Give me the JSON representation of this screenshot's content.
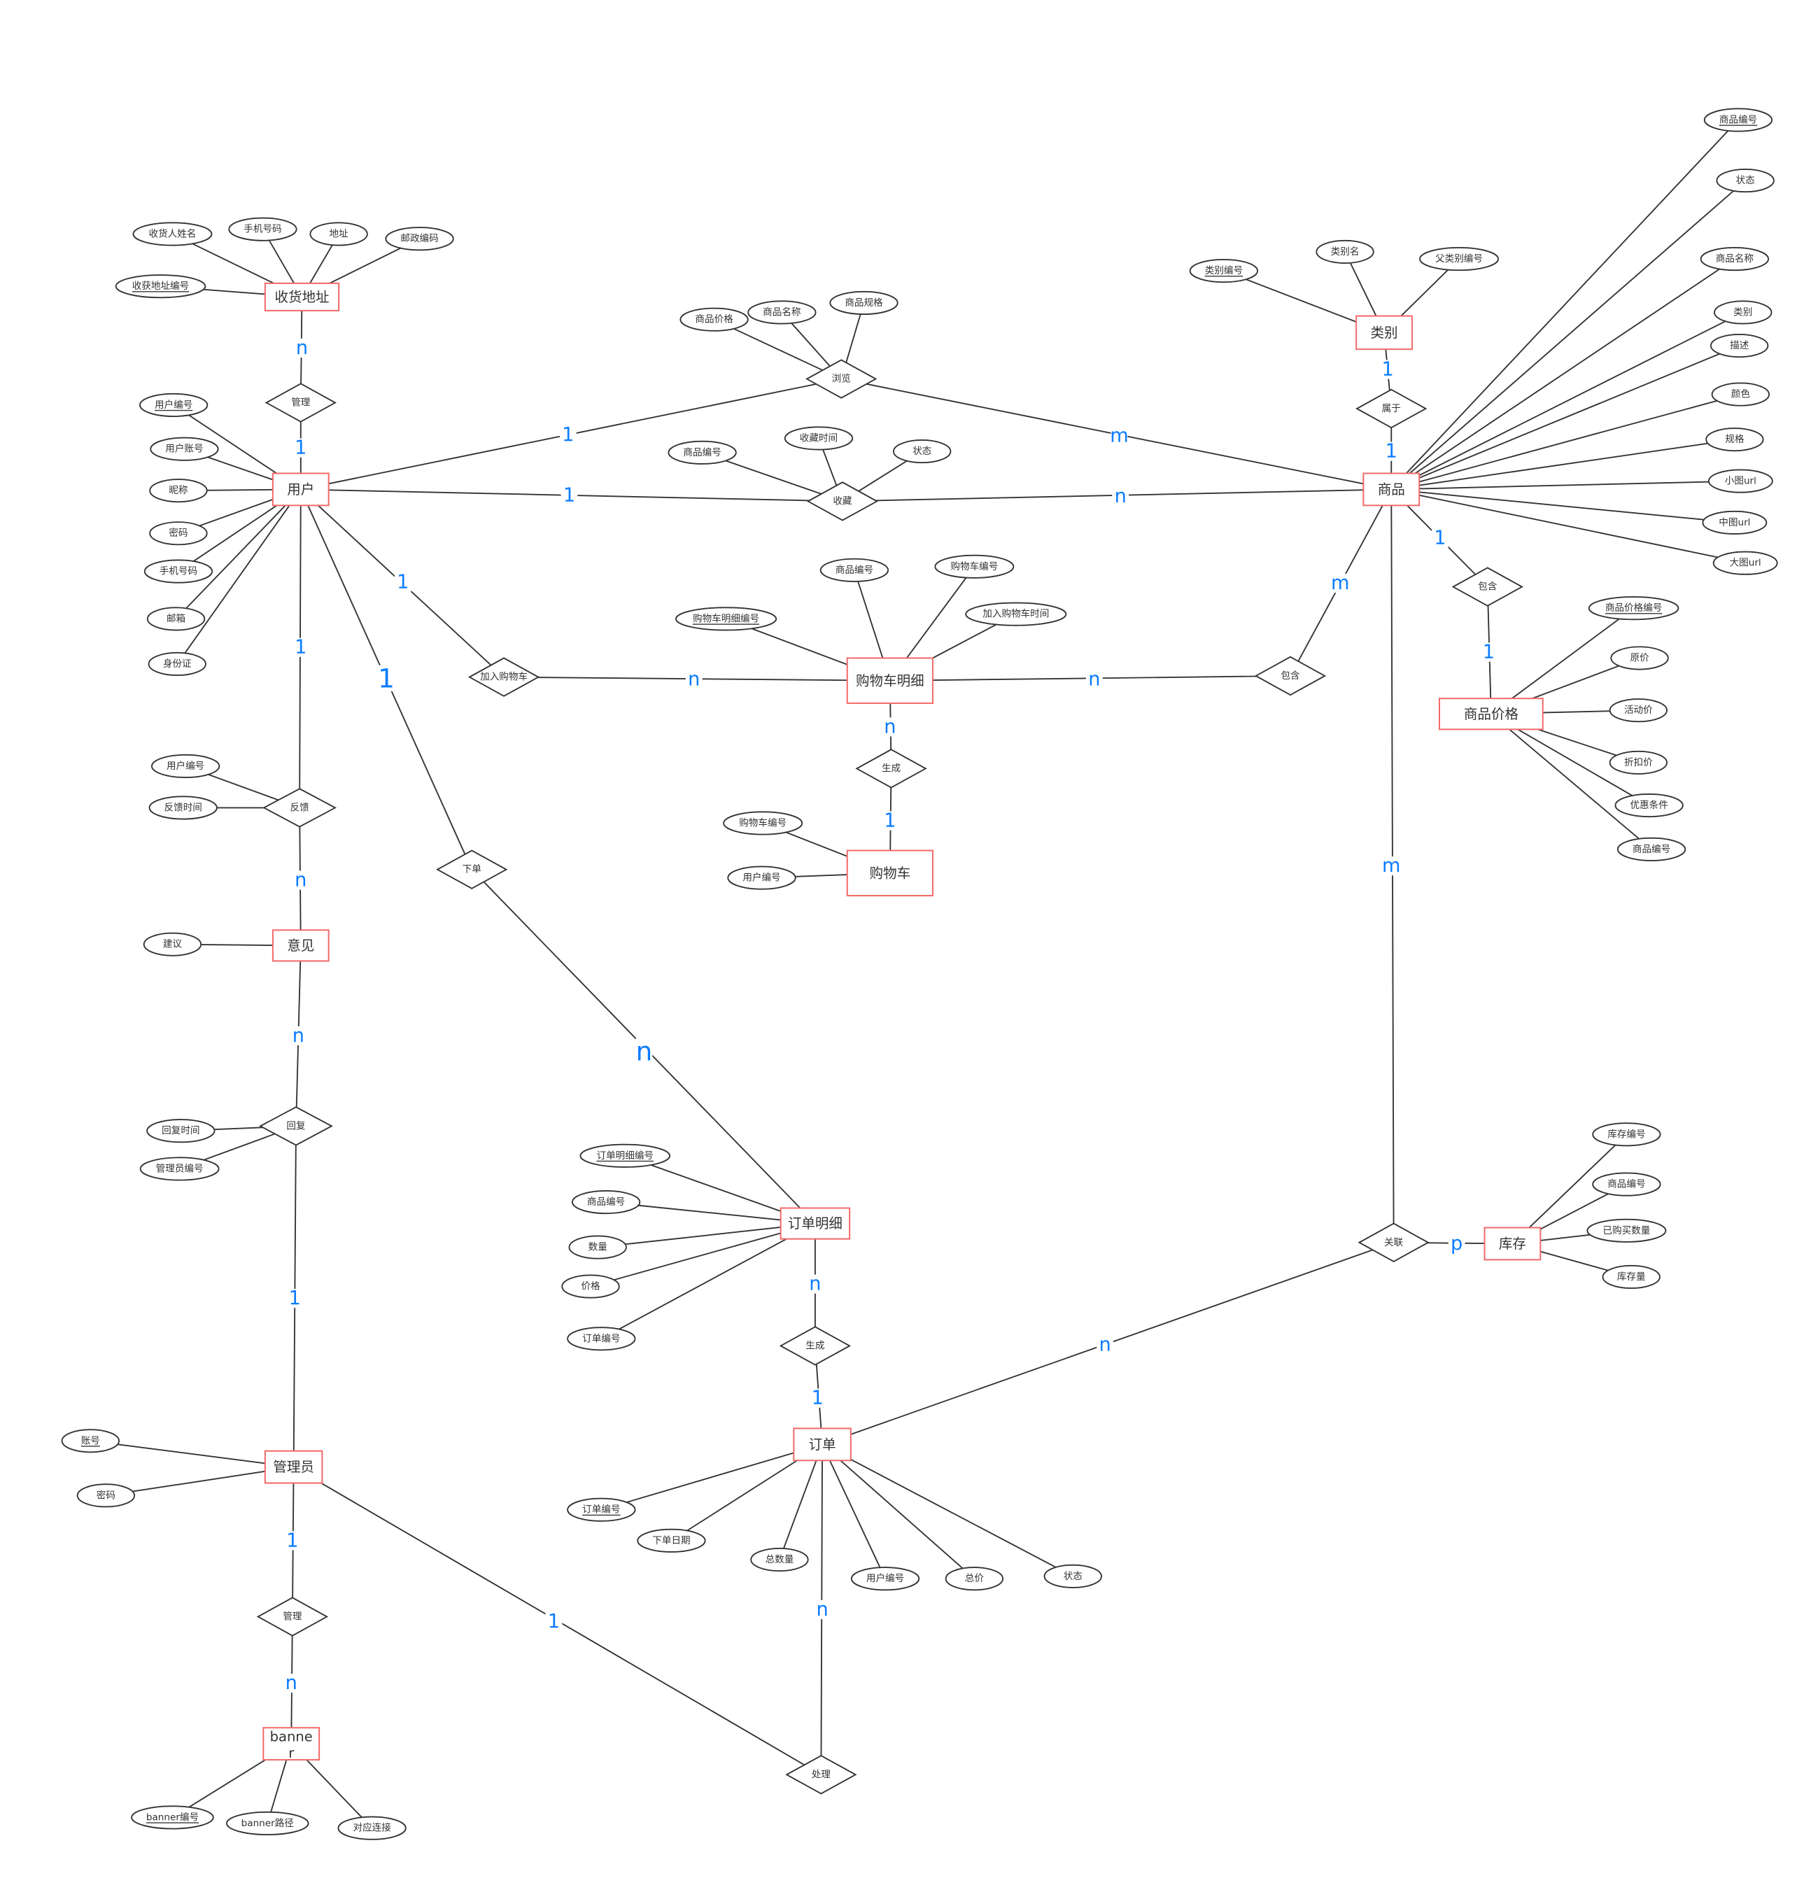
{
  "colors": {
    "entity_border": "#f36b6b",
    "cardinality": "#0a7cff",
    "line": "#333333"
  },
  "entities": [
    {
      "id": "addr",
      "label": "收货地址"
    },
    {
      "id": "user",
      "label": "用户"
    },
    {
      "id": "category",
      "label": "类别"
    },
    {
      "id": "product",
      "label": "商品"
    },
    {
      "id": "cartdetail",
      "label": "购物车明细"
    },
    {
      "id": "cart",
      "label": "购物车"
    },
    {
      "id": "price",
      "label": "商品价格"
    },
    {
      "id": "opinion",
      "label": "意见"
    },
    {
      "id": "orderdetail",
      "label": "订单明细"
    },
    {
      "id": "order",
      "label": "订单"
    },
    {
      "id": "stock",
      "label": "库存"
    },
    {
      "id": "admin",
      "label": "管理员"
    },
    {
      "id": "banner",
      "label": "banner"
    }
  ],
  "relationships": [
    {
      "id": "rAddr",
      "label": "管理"
    },
    {
      "id": "rBrowse",
      "label": "浏览"
    },
    {
      "id": "rFav",
      "label": "收藏"
    },
    {
      "id": "rAddCart",
      "label": "加入购物车"
    },
    {
      "id": "rGenCart",
      "label": "生成"
    },
    {
      "id": "rContainCart",
      "label": "包含"
    },
    {
      "id": "rContainPrice",
      "label": "包含"
    },
    {
      "id": "rBelong",
      "label": "属于"
    },
    {
      "id": "rFeedback",
      "label": "反馈"
    },
    {
      "id": "rPlace",
      "label": "下单"
    },
    {
      "id": "rReply",
      "label": "回复"
    },
    {
      "id": "rGenOrder",
      "label": "生成"
    },
    {
      "id": "rRelate",
      "label": "关联"
    },
    {
      "id": "rManageBanner",
      "label": "管理"
    },
    {
      "id": "rHandle",
      "label": "处理"
    }
  ],
  "attributes": [
    {
      "owner": "addr",
      "label": "收货人姓名",
      "key": false
    },
    {
      "owner": "addr",
      "label": "手机号码",
      "key": false
    },
    {
      "owner": "addr",
      "label": "地址",
      "key": false
    },
    {
      "owner": "addr",
      "label": "邮政编码",
      "key": false
    },
    {
      "owner": "addr",
      "label": "收获地址编号",
      "key": true
    },
    {
      "owner": "user",
      "label": "用户编号",
      "key": true
    },
    {
      "owner": "user",
      "label": "用户账号",
      "key": false
    },
    {
      "owner": "user",
      "label": "昵称",
      "key": false
    },
    {
      "owner": "user",
      "label": "密码",
      "key": false
    },
    {
      "owner": "user",
      "label": "手机号码",
      "key": false
    },
    {
      "owner": "user",
      "label": "邮箱",
      "key": false
    },
    {
      "owner": "user",
      "label": "身份证",
      "key": false
    },
    {
      "owner": "rBrowse",
      "label": "商品价格",
      "key": false
    },
    {
      "owner": "rBrowse",
      "label": "商品名称",
      "key": false
    },
    {
      "owner": "rBrowse",
      "label": "商品规格",
      "key": false
    },
    {
      "owner": "rFav",
      "label": "商品编号",
      "key": false
    },
    {
      "owner": "rFav",
      "label": "收藏时间",
      "key": false
    },
    {
      "owner": "rFav",
      "label": "状态",
      "key": false
    },
    {
      "owner": "cartdetail",
      "label": "购物车明细编号",
      "key": true
    },
    {
      "owner": "cartdetail",
      "label": "商品编号",
      "key": false
    },
    {
      "owner": "cartdetail",
      "label": "购物车编号",
      "key": false
    },
    {
      "owner": "cartdetail",
      "label": "加入购物车时间",
      "key": false
    },
    {
      "owner": "cart",
      "label": "购物车编号",
      "key": false
    },
    {
      "owner": "cart",
      "label": "用户编号",
      "key": false
    },
    {
      "owner": "category",
      "label": "类别编号",
      "key": true
    },
    {
      "owner": "category",
      "label": "类别名",
      "key": false
    },
    {
      "owner": "category",
      "label": "父类别编号",
      "key": false
    },
    {
      "owner": "product",
      "label": "商品编号",
      "key": true
    },
    {
      "owner": "product",
      "label": "状态",
      "key": false
    },
    {
      "owner": "product",
      "label": "商品名称",
      "key": false
    },
    {
      "owner": "product",
      "label": "类别",
      "key": false
    },
    {
      "owner": "product",
      "label": "描述",
      "key": false
    },
    {
      "owner": "product",
      "label": "颜色",
      "key": false
    },
    {
      "owner": "product",
      "label": "规格",
      "key": false
    },
    {
      "owner": "product",
      "label": "小图url",
      "key": false
    },
    {
      "owner": "product",
      "label": "中图url",
      "key": false
    },
    {
      "owner": "product",
      "label": "大图url",
      "key": false
    },
    {
      "owner": "price",
      "label": "商品价格编号",
      "key": true
    },
    {
      "owner": "price",
      "label": "原价",
      "key": false
    },
    {
      "owner": "price",
      "label": "活动价",
      "key": false
    },
    {
      "owner": "price",
      "label": "折扣价",
      "key": false
    },
    {
      "owner": "price",
      "label": "优惠条件",
      "key": false
    },
    {
      "owner": "price",
      "label": "商品编号",
      "key": false
    },
    {
      "owner": "rFeedback",
      "label": "用户编号",
      "key": false
    },
    {
      "owner": "rFeedback",
      "label": "反馈时间",
      "key": false
    },
    {
      "owner": "opinion",
      "label": "建议",
      "key": false
    },
    {
      "owner": "rReply",
      "label": "回复时间",
      "key": false
    },
    {
      "owner": "rReply",
      "label": "管理员编号",
      "key": false
    },
    {
      "owner": "orderdetail",
      "label": "订单明细编号",
      "key": true
    },
    {
      "owner": "orderdetail",
      "label": "商品编号",
      "key": false
    },
    {
      "owner": "orderdetail",
      "label": "数量",
      "key": false
    },
    {
      "owner": "orderdetail",
      "label": "价格",
      "key": false
    },
    {
      "owner": "orderdetail",
      "label": "订单编号",
      "key": false
    },
    {
      "owner": "order",
      "label": "订单编号",
      "key": true
    },
    {
      "owner": "order",
      "label": "下单日期",
      "key": false
    },
    {
      "owner": "order",
      "label": "总数量",
      "key": false
    },
    {
      "owner": "order",
      "label": "用户编号",
      "key": false
    },
    {
      "owner": "order",
      "label": "总价",
      "key": false
    },
    {
      "owner": "order",
      "label": "状态",
      "key": false
    },
    {
      "owner": "stock",
      "label": "库存编号",
      "key": false
    },
    {
      "owner": "stock",
      "label": "商品编号",
      "key": false
    },
    {
      "owner": "stock",
      "label": "已购买数量",
      "key": false
    },
    {
      "owner": "stock",
      "label": "库存量",
      "key": false
    },
    {
      "owner": "admin",
      "label": "账号",
      "key": true
    },
    {
      "owner": "admin",
      "label": "密码",
      "key": false
    },
    {
      "owner": "banner",
      "label": "banner编号",
      "key": true
    },
    {
      "owner": "banner",
      "label": "banner路径",
      "key": false
    },
    {
      "owner": "banner",
      "label": "对应连接",
      "key": false
    }
  ],
  "links": [
    {
      "from": "addr",
      "to": "rAddr",
      "cardinality": "n"
    },
    {
      "from": "rAddr",
      "to": "user",
      "cardinality": "1"
    },
    {
      "from": "user",
      "to": "rBrowse",
      "cardinality": "1"
    },
    {
      "from": "rBrowse",
      "to": "product",
      "cardinality": "m"
    },
    {
      "from": "user",
      "to": "rFav",
      "cardinality": "1"
    },
    {
      "from": "rFav",
      "to": "product",
      "cardinality": "n"
    },
    {
      "from": "user",
      "to": "rAddCart",
      "cardinality": "1"
    },
    {
      "from": "rAddCart",
      "to": "cartdetail",
      "cardinality": "n"
    },
    {
      "from": "cartdetail",
      "to": "rGenCart",
      "cardinality": "n"
    },
    {
      "from": "rGenCart",
      "to": "cart",
      "cardinality": "1"
    },
    {
      "from": "cartdetail",
      "to": "rContainCart",
      "cardinality": "n"
    },
    {
      "from": "rContainCart",
      "to": "product",
      "cardinality": "m"
    },
    {
      "from": "product",
      "to": "rContainPrice",
      "cardinality": "1"
    },
    {
      "from": "rContainPrice",
      "to": "price",
      "cardinality": "1"
    },
    {
      "from": "category",
      "to": "rBelong",
      "cardinality": "1"
    },
    {
      "from": "rBelong",
      "to": "product",
      "cardinality": "1"
    },
    {
      "from": "user",
      "to": "rFeedback",
      "cardinality": "1"
    },
    {
      "from": "rFeedback",
      "to": "opinion",
      "cardinality": "n"
    },
    {
      "from": "opinion",
      "to": "rReply",
      "cardinality": "n"
    },
    {
      "from": "rReply",
      "to": "admin",
      "cardinality": "1"
    },
    {
      "from": "user",
      "to": "rPlace",
      "cardinality": "1"
    },
    {
      "from": "rPlace",
      "to": "orderdetail",
      "cardinality": "n"
    },
    {
      "from": "orderdetail",
      "to": "rGenOrder",
      "cardinality": "n"
    },
    {
      "from": "rGenOrder",
      "to": "order",
      "cardinality": "1"
    },
    {
      "from": "product",
      "to": "rRelate",
      "cardinality": "m"
    },
    {
      "from": "rRelate",
      "to": "stock",
      "cardinality": "p"
    },
    {
      "from": "order",
      "to": "rRelate",
      "cardinality": "n"
    },
    {
      "from": "admin",
      "to": "rManageBanner",
      "cardinality": "1"
    },
    {
      "from": "rManageBanner",
      "to": "banner",
      "cardinality": "n"
    },
    {
      "from": "admin",
      "to": "rHandle",
      "cardinality": "1"
    },
    {
      "from": "order",
      "to": "rHandle",
      "cardinality": "n"
    }
  ]
}
